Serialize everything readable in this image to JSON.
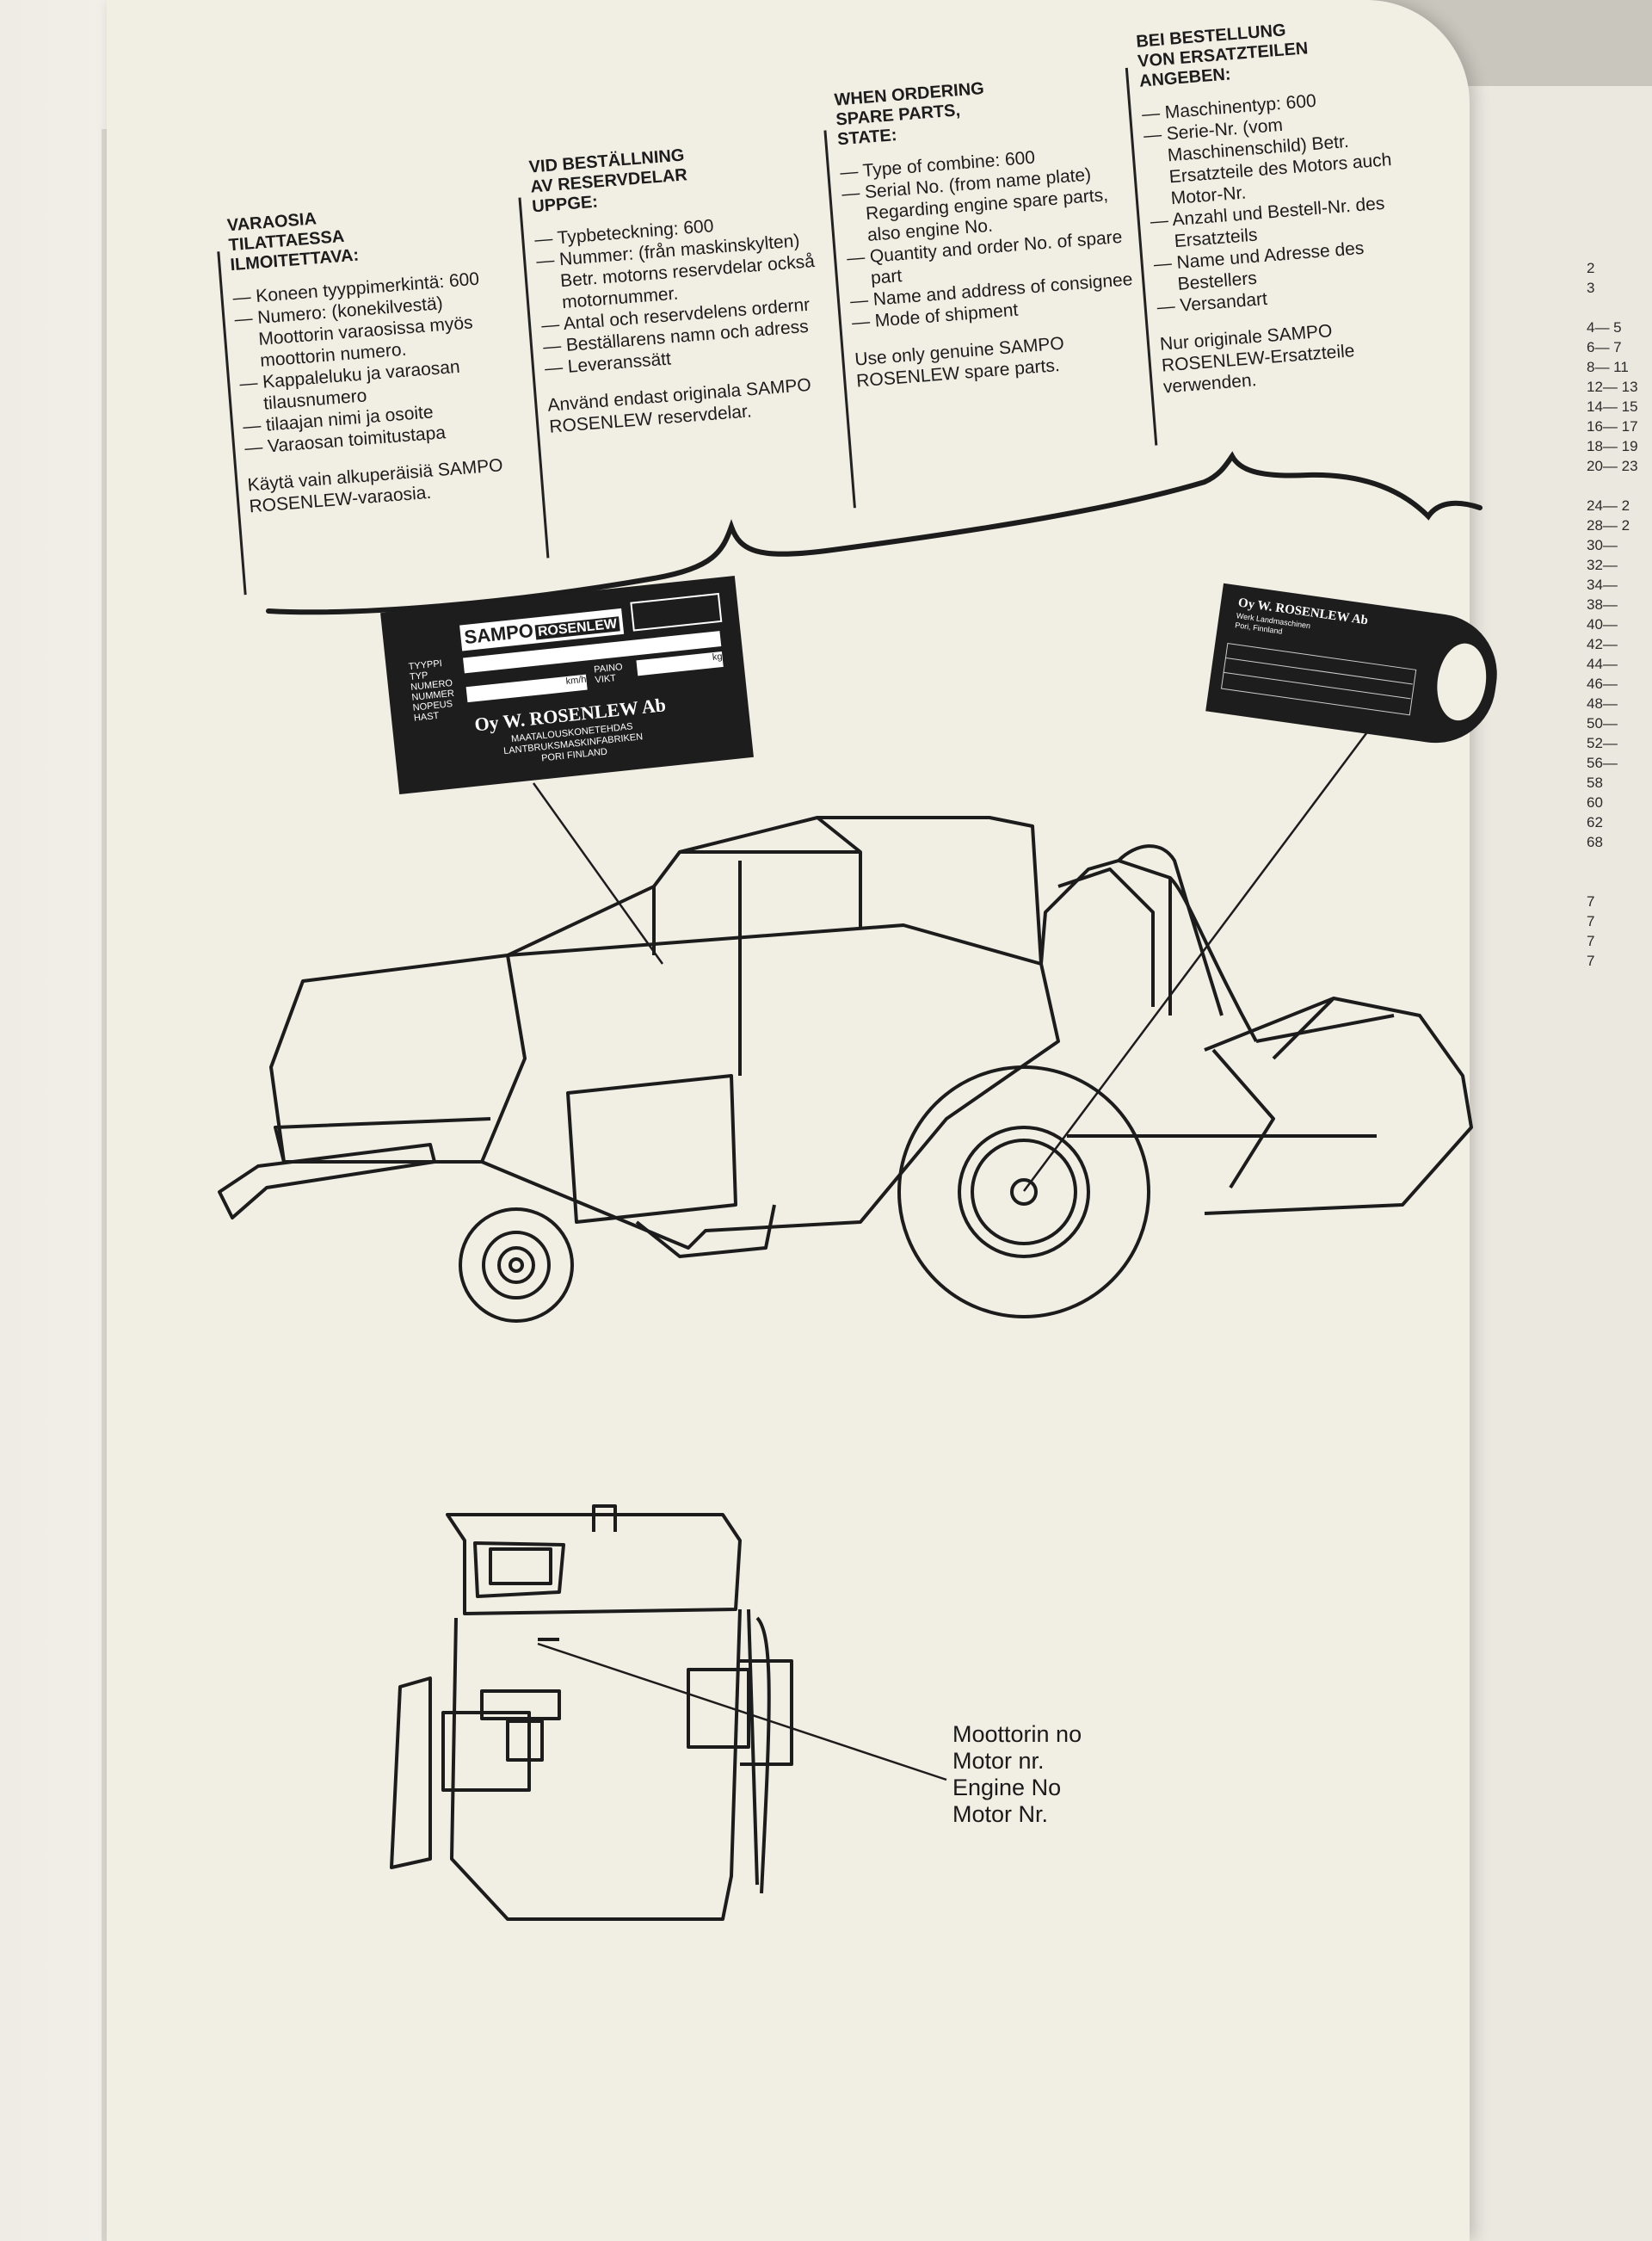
{
  "instructions": {
    "fi": {
      "heading": "VARAOSIA\nTILATTAESSA\nILMOITETTAVA:",
      "items": [
        "— Koneen tyyppimerkintä: 600",
        "— Numero: (konekilvestä) Moottorin varaosissa myös moottorin numero.",
        "— Kappaleluku ja varaosan tilausnumero",
        "— tilaajan nimi ja osoite",
        "— Varaosan toimitustapa"
      ],
      "note": "Käytä vain alkuperäisiä SAMPO ROSENLEW-varaosia."
    },
    "sv": {
      "heading": "VID BESTÄLLNING\nAV RESERVDELAR\nUPPGE:",
      "items": [
        "— Typbeteckning: 600",
        "— Nummer: (från maskinskylten) Betr. motorns reservdelar också motornummer.",
        "— Antal och reservdelens ordernr",
        "— Beställarens namn och adress",
        "— Leveranssätt"
      ],
      "note": "Använd endast originala SAMPO ROSENLEW reservdelar."
    },
    "en": {
      "heading": "WHEN ORDERING\nSPARE PARTS,\nSTATE:",
      "items": [
        "— Type of combine: 600",
        "— Serial No. (from name plate) Regarding engine spare parts, also engine No.",
        "— Quantity and order No. of spare part",
        "— Name and address of consignee",
        "— Mode of shipment"
      ],
      "note": "Use only genuine SAMPO ROSENLEW spare parts."
    },
    "de": {
      "heading": "BEI BESTELLUNG\nVON ERSATZTEILEN\nANGEBEN:",
      "items": [
        "— Maschinentyp: 600",
        "— Serie-Nr. (vom Maschinenschild) Betr. Ersatzteile des Motors auch Motor-Nr.",
        "— Anzahl und Bestell-Nr. des Ersatzteils",
        "— Name und Adresse des Bestellers",
        "— Versandart"
      ],
      "note": "Nur originale SAMPO ROSENLEW-Ersatzteile verwenden."
    }
  },
  "plate": {
    "brand_a": "SAMPO",
    "brand_b": "ROSENLEW",
    "lbl_type": "TYYPPI",
    "lbl_typ": "TYP",
    "lbl_num": "NUMERO",
    "lbl_nummer": "NUMMER",
    "lbl_nopeus": "NOPEUS",
    "lbl_hast": "HAST",
    "lbl_paino": "PAINO",
    "lbl_vikt": "VIKT",
    "unit_kmh": "km/h",
    "unit_kg": "kg",
    "company": "Oy W. ROSENLEW Ab",
    "line1": "MAATALOUSKONETEHDAS",
    "line2": "LANTBRUKSMASKINFABRIKEN",
    "line3": "PORI FINLAND"
  },
  "plate2": {
    "company": "Oy W. ROSENLEW Ab",
    "line1": "Werk Landmaschinen",
    "line2": "Pori, Finnland"
  },
  "engine_label": [
    "Moottorin no",
    "Motor nr.",
    "Engine No",
    "Motor Nr."
  ],
  "index_numbers": [
    "2",
    "3",
    "",
    "4— 5",
    "6— 7",
    "8— 11",
    "12— 13",
    "14— 15",
    "16— 17",
    "18— 19",
    "20— 23",
    "",
    "24— 2",
    "28— 2",
    "30—",
    "32—",
    "34—",
    "38—",
    "40—",
    "42—",
    "44—",
    "46—",
    "48—",
    "50—",
    "52—",
    "56—",
    "58",
    "60",
    "62",
    "68",
    "",
    "",
    "7",
    "7",
    "7",
    "7"
  ]
}
